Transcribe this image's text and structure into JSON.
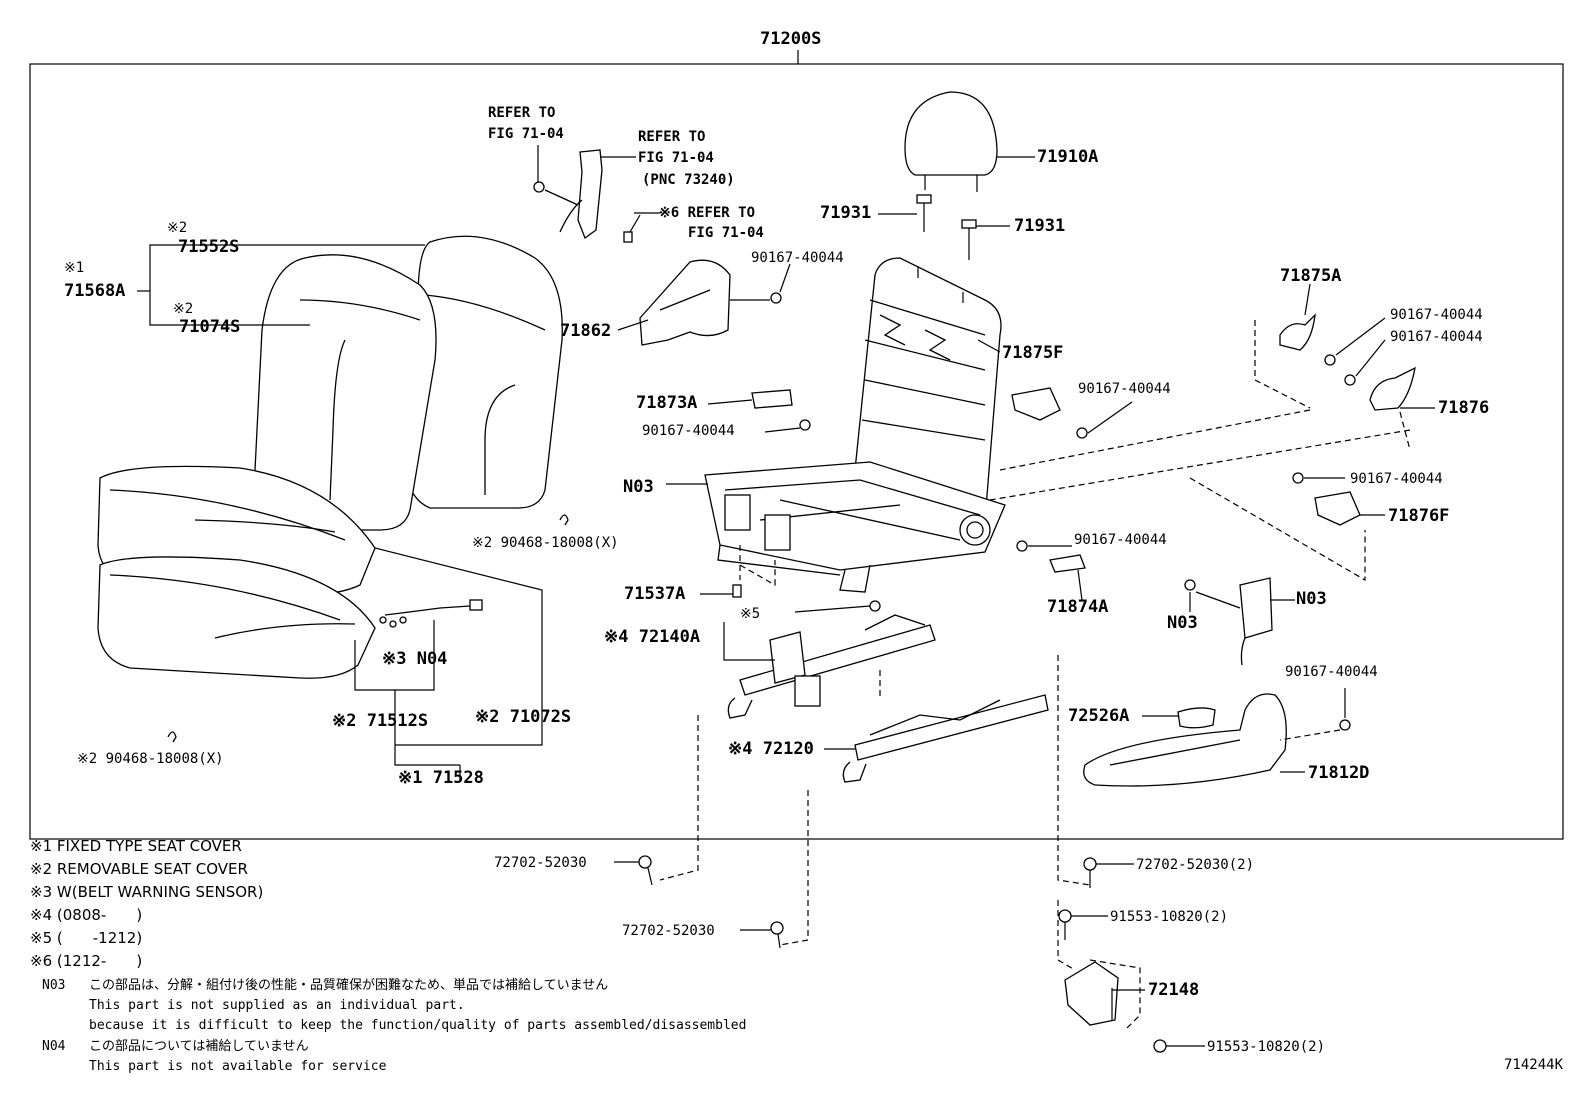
{
  "assembly_number": "71200S",
  "figure_id": "714244K",
  "refer": {
    "a1": "REFER TO",
    "a2": "FIG 71-04",
    "b1": "REFER TO",
    "b2": "FIG 71-04",
    "b3": "(PNC 73240)",
    "c1": "※6 REFER TO",
    "c2": "FIG 71-04"
  },
  "labels": {
    "p71910A": "71910A",
    "p71931a": "71931",
    "p71931b": "71931",
    "m2a": "※2",
    "p71552S": "71552S",
    "m1": "※1",
    "p71568A": "71568A",
    "m2b": "※2",
    "p71074S": "71074S",
    "p71862": "71862",
    "p90167a": "90167-40044",
    "p71875A": "71875A",
    "p90167b": "90167-40044",
    "p90167c": "90167-40044",
    "p71876": "71876",
    "p71875F": "71875F",
    "p90167d": "90167-40044",
    "p71873A": "71873A",
    "p90167e": "90167-40044",
    "pN03a": "N03",
    "p90167f": "90167-40044",
    "p71876F": "71876F",
    "p90468a": "※2 90468-18008(X)",
    "p90167g": "90167-40044",
    "p71874A": "71874A",
    "p71537A": "71537A",
    "m5": "※5",
    "pN03b": "N03",
    "pN03c": "N03",
    "p72140A": "※4 72140A",
    "pN04": "※3 N04",
    "p90167h": "90167-40044",
    "p72526A": "72526A",
    "p71512S": "※2 71512S",
    "p71072S": "※2 71072S",
    "p72120": "※4 72120",
    "p71812D": "71812D",
    "p90468b": "※2 90468-18008(X)",
    "p71528": "※1 71528",
    "p72702a": "72702-52030",
    "p72702b": "72702-52030(2)",
    "p91553a": "91553-10820(2)",
    "p72702c": "72702-52030",
    "p72148": "72148",
    "p91553b": "91553-10820(2)"
  },
  "legend": [
    "※1 FIXED TYPE SEAT COVER",
    "※2 REMOVABLE SEAT COVER",
    "※3 W(BELT WARNING SENSOR)",
    "※4 (0808-　　)",
    "※5 (　　-1212)",
    "※6 (1212-　　)"
  ],
  "notes": {
    "n03_code": "N03",
    "n03_jp": "この部品は、分解・組付け後の性能・品質確保が困難なため、単品では補給していません",
    "n03_en1": "This part is not supplied as an individual part.",
    "n03_en2": "because it is difficult to keep the function/quality of parts assembled/disassembled",
    "n04_code": "N04",
    "n04_jp": "この部品については補給していません",
    "n04_en": "This part is not available for service"
  }
}
